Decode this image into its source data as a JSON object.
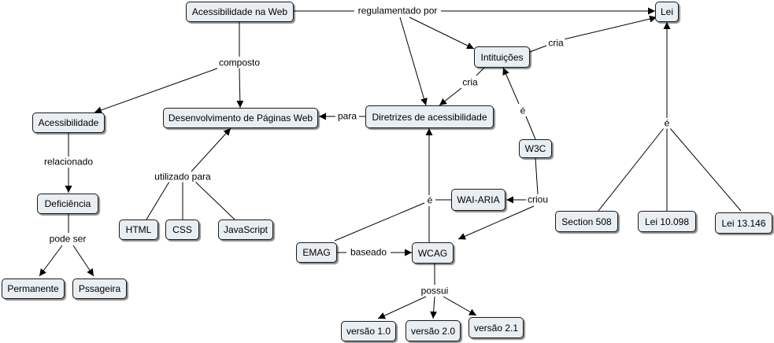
{
  "concept_map": {
    "nodes": {
      "acess_web": "Acessibilidade na Web",
      "lei": "Lei",
      "intuicoes": "Intituições",
      "acessibilidade": "Acessibilidade",
      "desenvolvimento": "Desenvolvimento de Páginas Web",
      "diretrizes": "Diretrizes de acessibilidade",
      "w3c": "W3C",
      "deficiencia": "Deficiência",
      "wai_aria": "WAI-ARIA",
      "html": "HTML",
      "css": "CSS",
      "javascript": "JavaScript",
      "section508": "Section 508",
      "lei10098": "Lei 10.098",
      "lei13146": "Lei 13.146",
      "emag": "EMAG",
      "wcag": "WCAG",
      "permanente": "Permanente",
      "passageira": "Pssageira",
      "versao1": "versão 1.0",
      "versao2": "versão 2.0",
      "versao21": "versão 2.1"
    },
    "link_labels": {
      "regulamentado_por": "regulamentado por",
      "cria_lei": "cria",
      "composto": "composto",
      "cria_diretrizes": "cria",
      "e_w3c": "é",
      "para": "para",
      "e_lei": "é",
      "relacionado": "relacionado",
      "utilizado_para": "utilizado para",
      "e_padroes": "é",
      "criou": "criou",
      "pode_ser": "pode ser",
      "baseado": "baseado",
      "possui": "possui"
    }
  }
}
